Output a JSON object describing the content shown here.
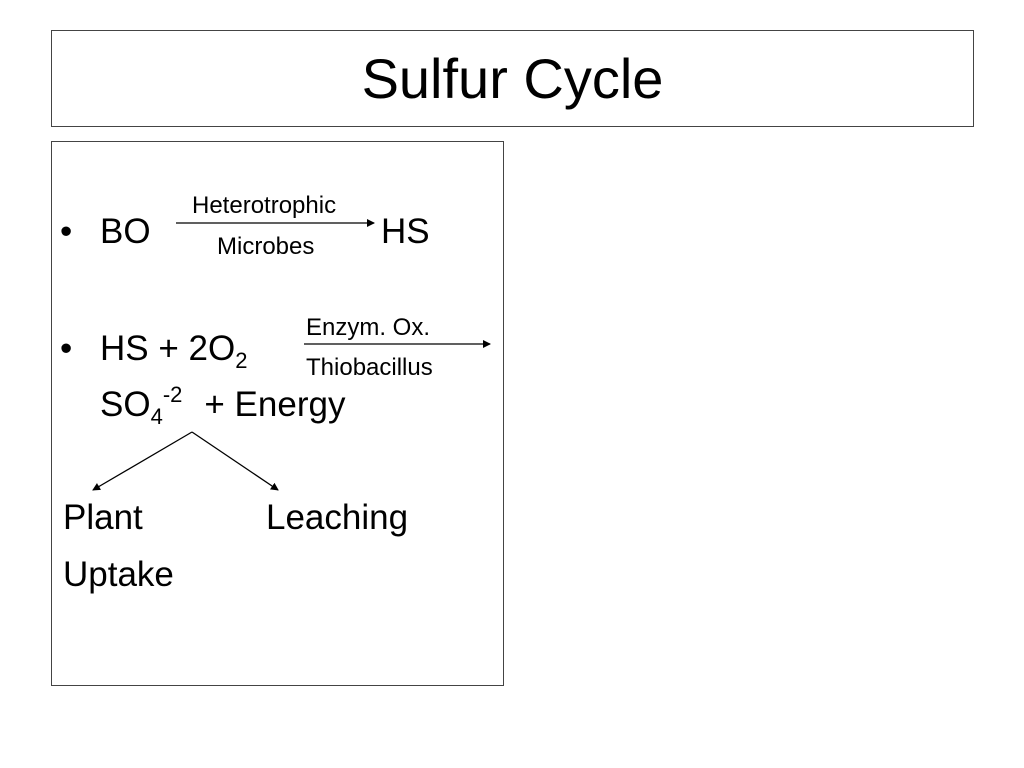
{
  "slide": {
    "title": "Sulfur Cycle",
    "bullet_glyph": "•",
    "reaction1": {
      "reactant": "BO",
      "arrow_top": "Heterotrophic",
      "arrow_bottom": "Microbes",
      "product": "HS"
    },
    "reaction2": {
      "reactant_main": "HS + 2O",
      "reactant_sub": "2",
      "arrow_top": "Enzym. Ox.",
      "arrow_bottom": "Thiobacillus",
      "product_main": "SO",
      "product_sub": "4",
      "product_sup": "-2",
      "product_rest": "+  Energy"
    },
    "branches": {
      "left_line1": "Plant",
      "left_line2": "Uptake",
      "right": "Leaching"
    }
  }
}
